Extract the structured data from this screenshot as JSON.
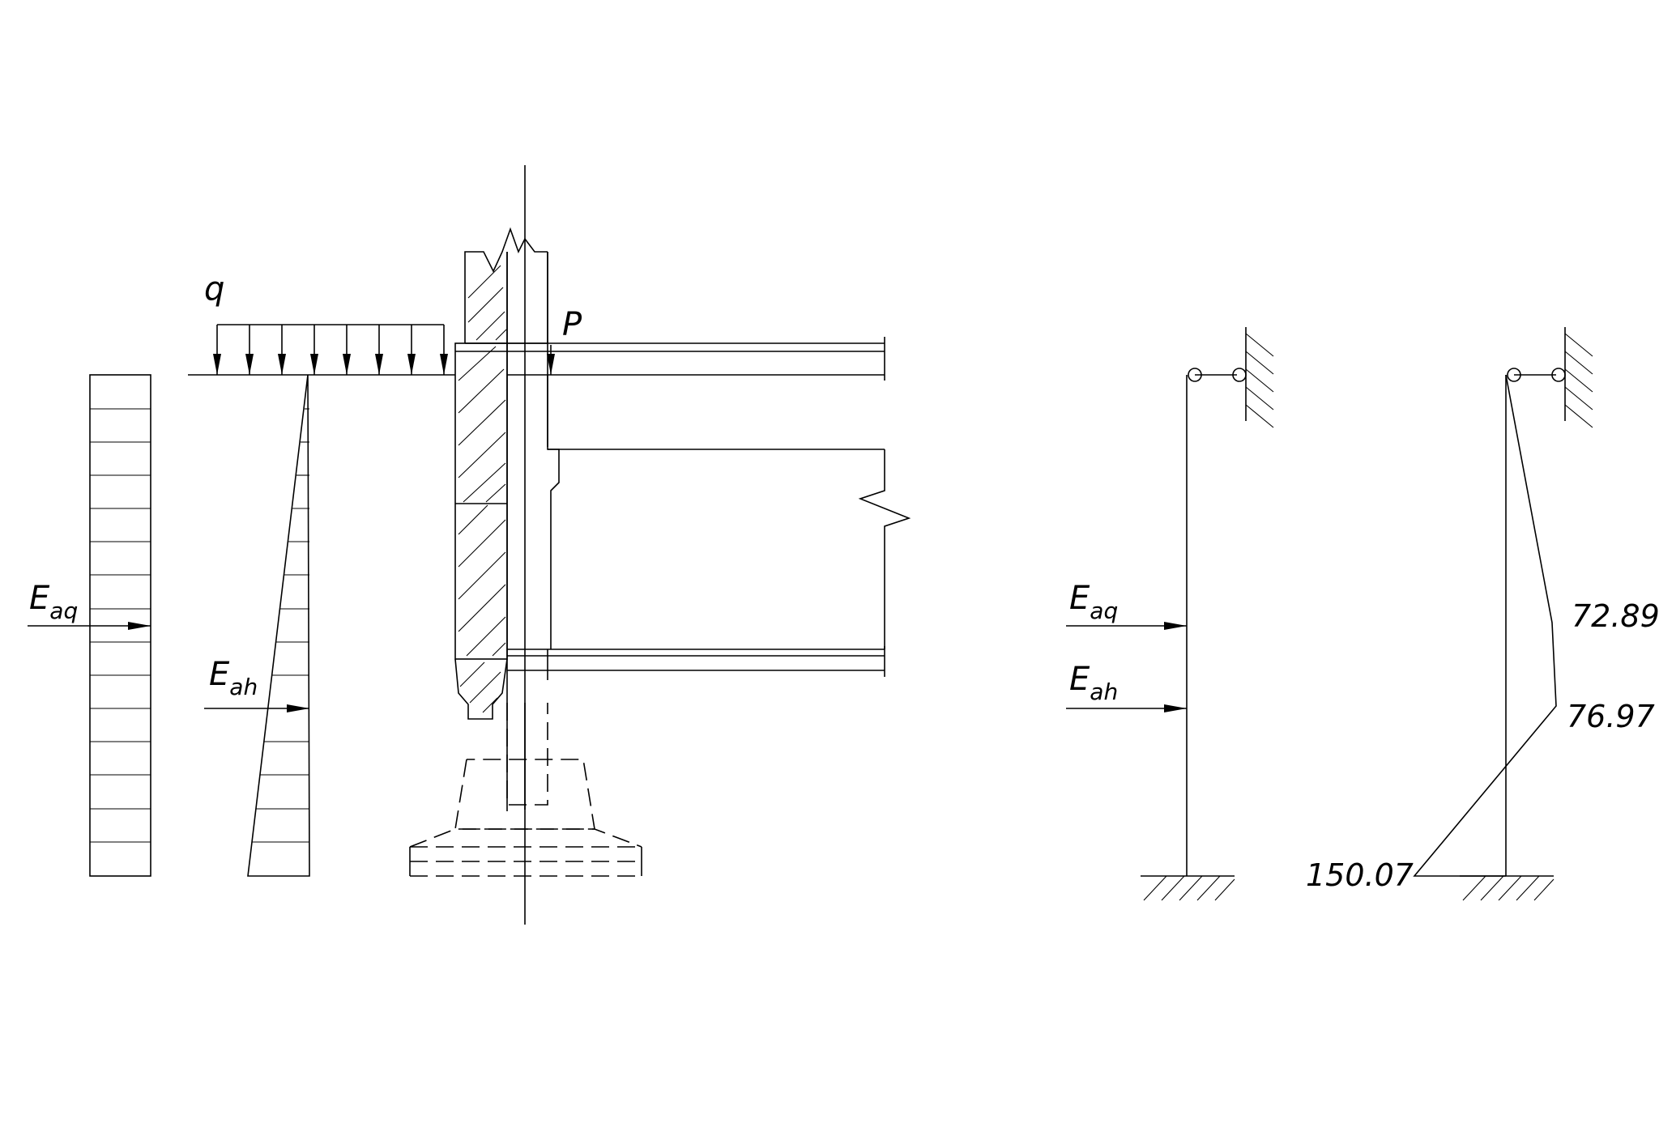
{
  "labels": {
    "q": "q",
    "P": "P",
    "E": "E",
    "aq": "aq",
    "ah": "ah"
  },
  "moment_values": {
    "upper": "72.89",
    "middle": "76.97",
    "base": "150.07"
  },
  "colors": {
    "ink": "#000000",
    "background": "#ffffff"
  }
}
